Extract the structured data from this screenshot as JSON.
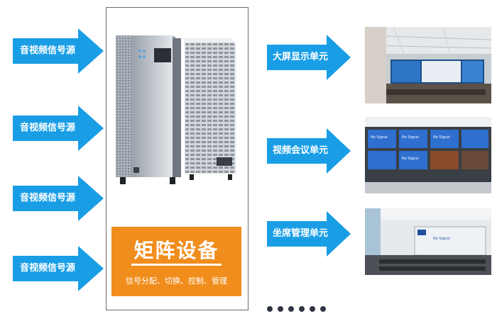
{
  "sources": [
    {
      "label": "音视频信号源"
    },
    {
      "label": "音视频信号源"
    },
    {
      "label": "音视频信号源"
    },
    {
      "label": "音视频信号源"
    }
  ],
  "device": {
    "title": "矩阵设备",
    "subtitle": "信号分配、切换、控制、管理"
  },
  "outputs": [
    {
      "label": "大屏显示单元"
    },
    {
      "label": "视频会议单元"
    },
    {
      "label": "坐席管理单元"
    }
  ],
  "screen_texts": {
    "no_signal_1": "No Signal",
    "no_signal_2": "No Signal",
    "no_signal_3": "No Signal",
    "no_signal_4": "No Signal",
    "no_signal_wall": "No Signal"
  },
  "colors": {
    "arrow_blue": "#199ee6",
    "accent_orange": "#f18d1c"
  }
}
